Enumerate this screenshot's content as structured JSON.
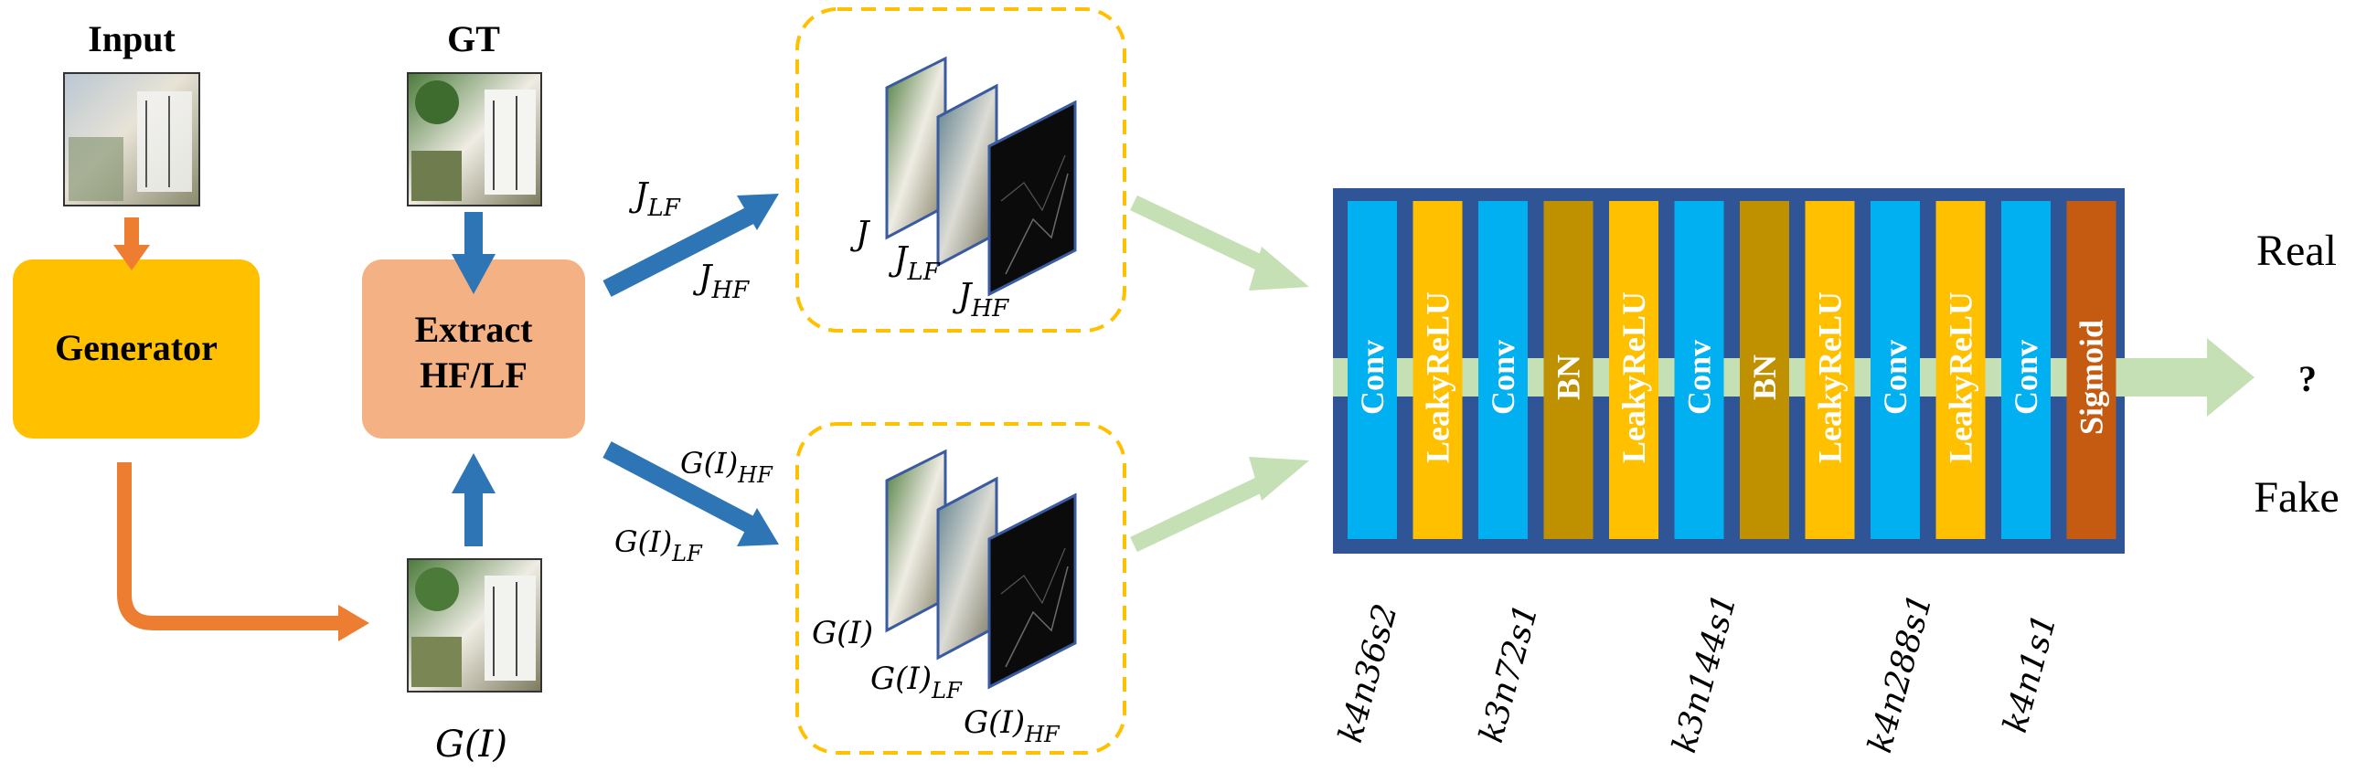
{
  "headers": {
    "input": "Input",
    "gt": "GT"
  },
  "generator": {
    "label": "Generator"
  },
  "extract": {
    "line1": "Extract",
    "line2": "HF/LF"
  },
  "labels": {
    "g_i_bottom": "G(I)",
    "j_lf_arrow": "J",
    "j_lf_arrow_sub": "LF",
    "j_hf_arrow": "J",
    "j_hf_arrow_sub": "HF",
    "g_hf_arrow": "G(I)",
    "g_hf_arrow_sub": "HF",
    "g_lf_arrow": "G(I)",
    "g_lf_arrow_sub": "LF"
  },
  "top_stack": {
    "j": "J",
    "j_lf": "J",
    "j_lf_sub": "LF",
    "j_hf": "J",
    "j_hf_sub": "HF"
  },
  "bottom_stack": {
    "g": "G(I)",
    "g_lf": "G(I)",
    "g_lf_sub": "LF",
    "g_hf": "G(I)",
    "g_hf_sub": "HF"
  },
  "discriminator": {
    "layers": [
      {
        "label": "Conv",
        "kind": "conv"
      },
      {
        "label": "LeakyReLU",
        "kind": "relu"
      },
      {
        "label": "Conv",
        "kind": "conv"
      },
      {
        "label": "BN",
        "kind": "bn"
      },
      {
        "label": "LeakyReLU",
        "kind": "relu"
      },
      {
        "label": "Conv",
        "kind": "conv"
      },
      {
        "label": "BN",
        "kind": "bn"
      },
      {
        "label": "LeakyReLU",
        "kind": "relu"
      },
      {
        "label": "Conv",
        "kind": "conv"
      },
      {
        "label": "LeakyReLU",
        "kind": "relu"
      },
      {
        "label": "Conv",
        "kind": "conv"
      },
      {
        "label": "Sigmoid",
        "kind": "sigmoid"
      }
    ],
    "kernels": [
      "k4n36s2",
      "k3n72s1",
      "k3n144s1",
      "k4n288s1",
      "k4n1s1"
    ]
  },
  "output": {
    "real": "Real",
    "question": "?",
    "fake": "Fake"
  },
  "colors": {
    "orange_arrow": "#ED7D31",
    "blue_arrow": "#2E75B6",
    "green_arrow": "#C5E0B4",
    "generator_fill": "#FFC000",
    "extract_fill": "#F4B183",
    "dashed_border": "#FFC000",
    "disc_bg": "#2F5597",
    "conv": "#00B0F0",
    "relu": "#FFC000",
    "bn": "#BF9000",
    "sigmoid": "#C55A11"
  }
}
